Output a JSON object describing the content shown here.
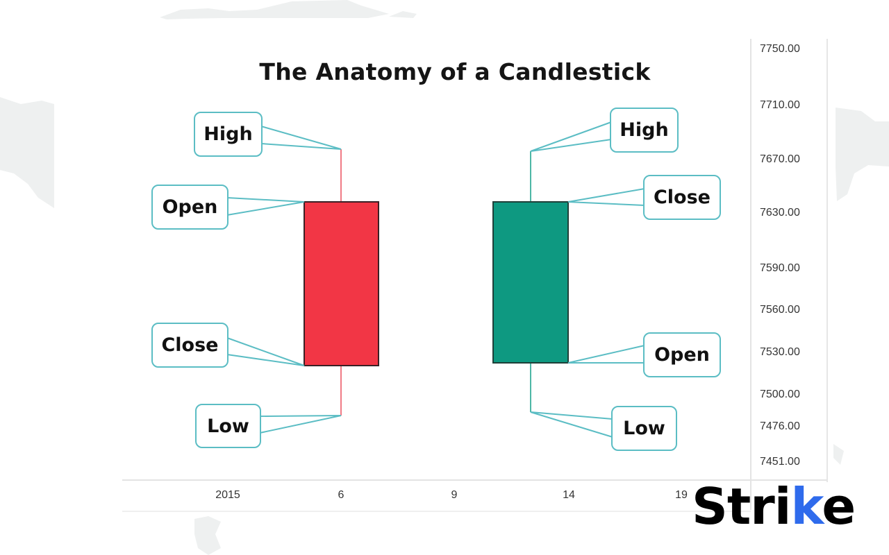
{
  "chart_data": {
    "type": "candlestick",
    "title": "The Anatomy of a Candlestick",
    "xlabel": "",
    "ylabel": "",
    "x_ticks": [
      "2015",
      "6",
      "9",
      "14",
      "19"
    ],
    "y_ticks": [
      "7750.00",
      "7710.00",
      "7670.00",
      "7630.00",
      "7590.00",
      "7560.00",
      "7530.00",
      "7500.00",
      "7476.00",
      "7451.00"
    ],
    "ylim": [
      7451,
      7750
    ],
    "grid": false,
    "series": [
      {
        "name": "Bearish candle",
        "color": "#f23645",
        "open": 7639,
        "high": 7688,
        "low": 7486,
        "close": 7521,
        "labels": {
          "high": "High",
          "open": "Open",
          "close": "Close",
          "low": "Low"
        }
      },
      {
        "name": "Bullish candle",
        "color": "#0e9981",
        "open": 7524,
        "high": 7687,
        "low": 7488,
        "close": 7639,
        "labels": {
          "high": "High",
          "close": "Close",
          "open": "Open",
          "low": "Low"
        }
      }
    ]
  },
  "title": "The Anatomy of a Candlestick",
  "callouts": {
    "red_high": "High",
    "red_open": "Open",
    "red_close": "Close",
    "red_low": "Low",
    "green_high": "High",
    "green_close": "Close",
    "green_open": "Open",
    "green_low": "Low"
  },
  "y_axis": [
    "7750.00",
    "7710.00",
    "7670.00",
    "7630.00",
    "7590.00",
    "7560.00",
    "7530.00",
    "7500.00",
    "7476.00",
    "7451.00"
  ],
  "x_axis": [
    "2015",
    "6",
    "9",
    "14",
    "19"
  ],
  "logo": {
    "main": "Stri",
    "accent_k": "k",
    "end": "e"
  },
  "colors": {
    "bearish": "#f23645",
    "bullish": "#0e9981",
    "callout_border": "#5bbdc4",
    "logo_accent": "#2f6bec"
  }
}
